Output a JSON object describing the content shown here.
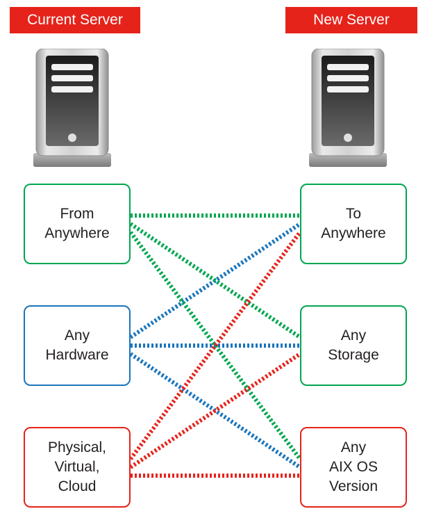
{
  "headers": {
    "current": "Current Server",
    "new": "New Server"
  },
  "sources": [
    {
      "label": "From\nAnywhere",
      "color": "#00a650"
    },
    {
      "label": "Any\nHardware",
      "color": "#1a75bc"
    },
    {
      "label": "Physical,\nVirtual,\nCloud",
      "color": "#e5231b"
    }
  ],
  "targets": [
    {
      "label": "To\nAnywhere"
    },
    {
      "label": "Any\nStorage"
    },
    {
      "label": "Any\nAIX OS\nVersion"
    }
  ],
  "colors": {
    "header_bg": "#e5231b",
    "header_text": "#ffffff",
    "green": "#00a650",
    "blue": "#1a75bc",
    "red": "#e5231b"
  },
  "icons": {
    "current_server": "server-tower-icon",
    "new_server": "server-tower-icon"
  }
}
